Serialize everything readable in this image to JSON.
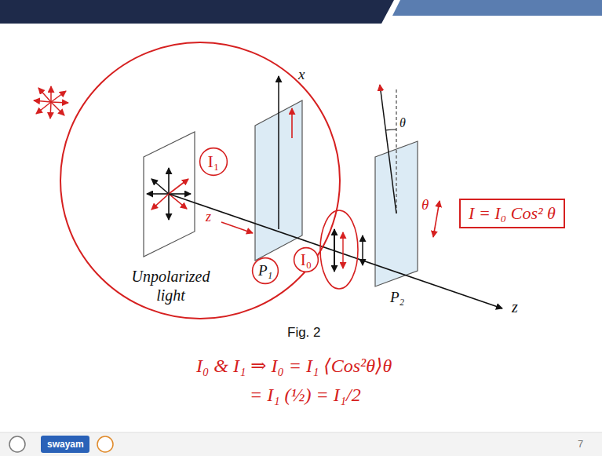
{
  "diagram": {
    "caption": "Fig. 2",
    "nodes": [
      {
        "text": [
          "Unpolarized light"
        ]
      },
      {
        "text": [
          "I₁"
        ],
        "in": 0
      },
      {
        "text": [
          "P₁"
        ],
        "in": 0
      },
      {
        "text": [
          "I₀"
        ],
        "in": 0
      },
      {
        "text": [
          "I = I₀ Cos² θ"
        ]
      }
    ],
    "labels": [
      "x",
      "z",
      "θ",
      "θ",
      "z",
      "P₂",
      "I₀ & I₁ ⇒ I₀ = I₁ ⟨Cos²θ⟩θ",
      "= I₁ (½) = I₁/2",
      "7",
      "swayam"
    ]
  }
}
